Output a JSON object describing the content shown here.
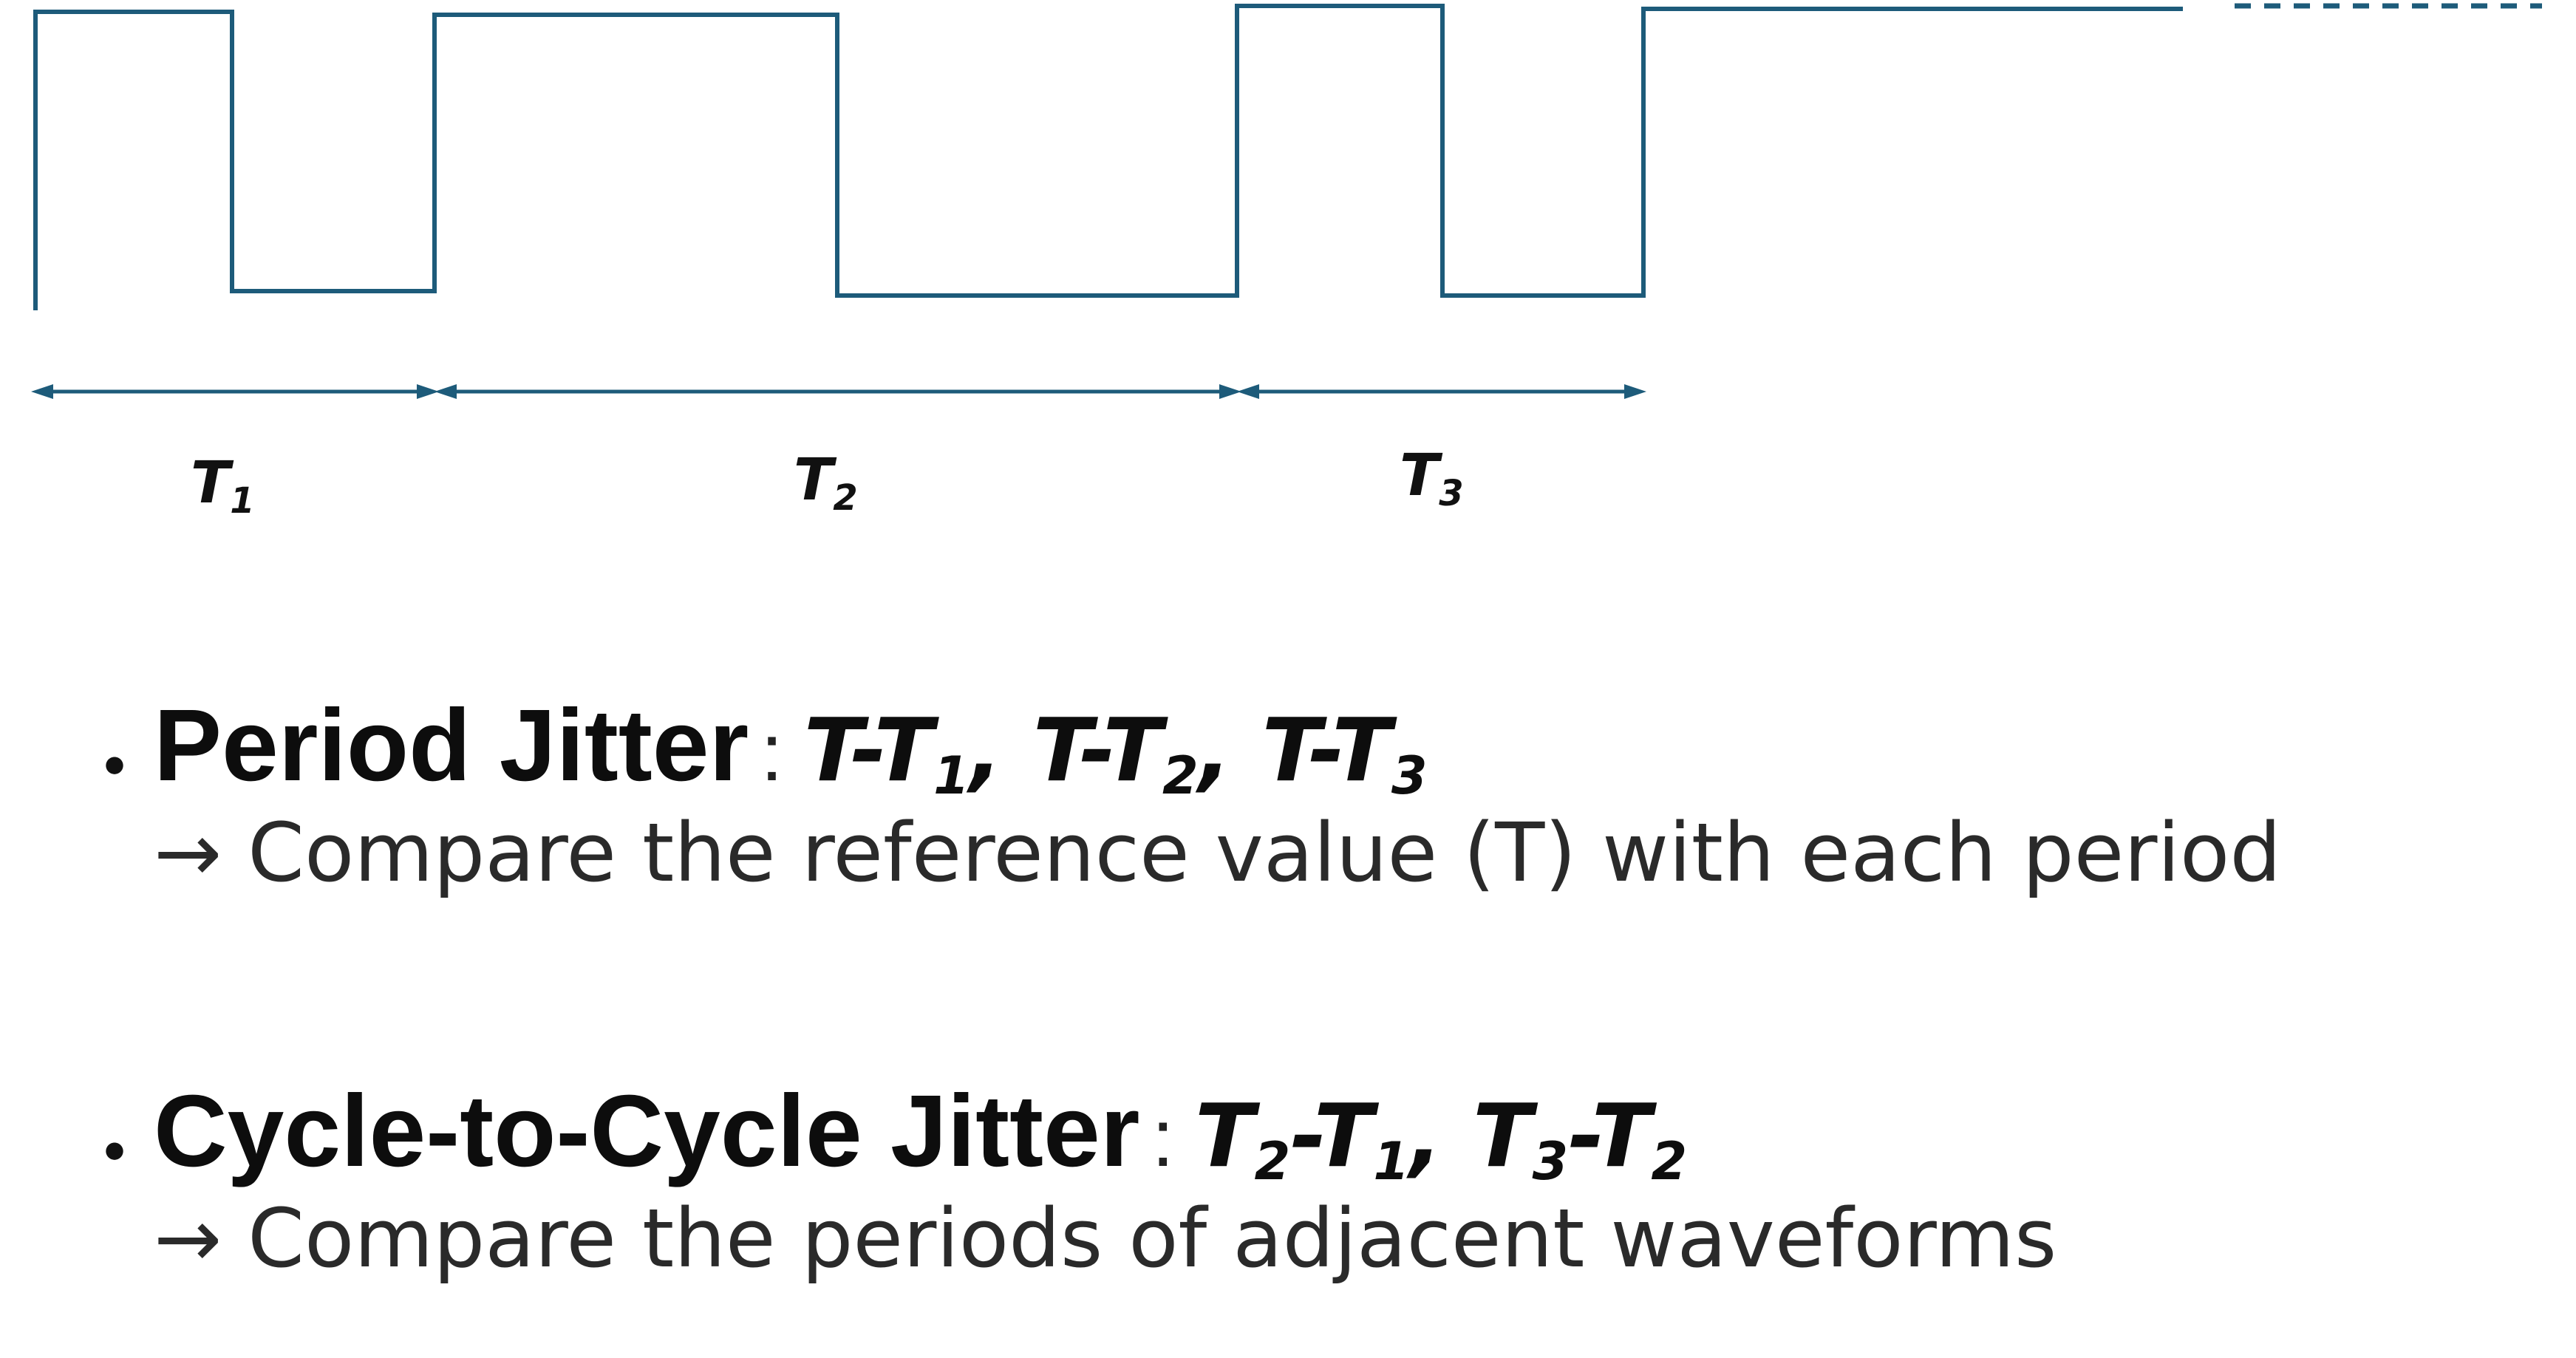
{
  "waveform": {
    "labels": [
      {
        "main": "T",
        "sub": "1"
      },
      {
        "main": "T",
        "sub": "2"
      },
      {
        "main": "T",
        "sub": "3"
      }
    ]
  },
  "bullets": [
    {
      "marker": "・",
      "heading": "Period Jitter",
      "separator": ":",
      "formula": [
        {
          "t": "T-T"
        },
        {
          "sub": "1"
        },
        {
          "t": ", T-T"
        },
        {
          "sub": "2"
        },
        {
          "t": ", T-T"
        },
        {
          "sub": "3"
        }
      ],
      "description": "→ Compare the reference value (T) with each period"
    },
    {
      "marker": "・",
      "heading": "Cycle-to-Cycle Jitter",
      "separator": ":",
      "formula": [
        {
          "t": "T"
        },
        {
          "sub": "2"
        },
        {
          "t": "-T"
        },
        {
          "sub": "1"
        },
        {
          "t": ", T"
        },
        {
          "sub": "3"
        },
        {
          "t": "-T"
        },
        {
          "sub": "2"
        }
      ],
      "description": "→ Compare the periods of adjacent waveforms"
    }
  ]
}
